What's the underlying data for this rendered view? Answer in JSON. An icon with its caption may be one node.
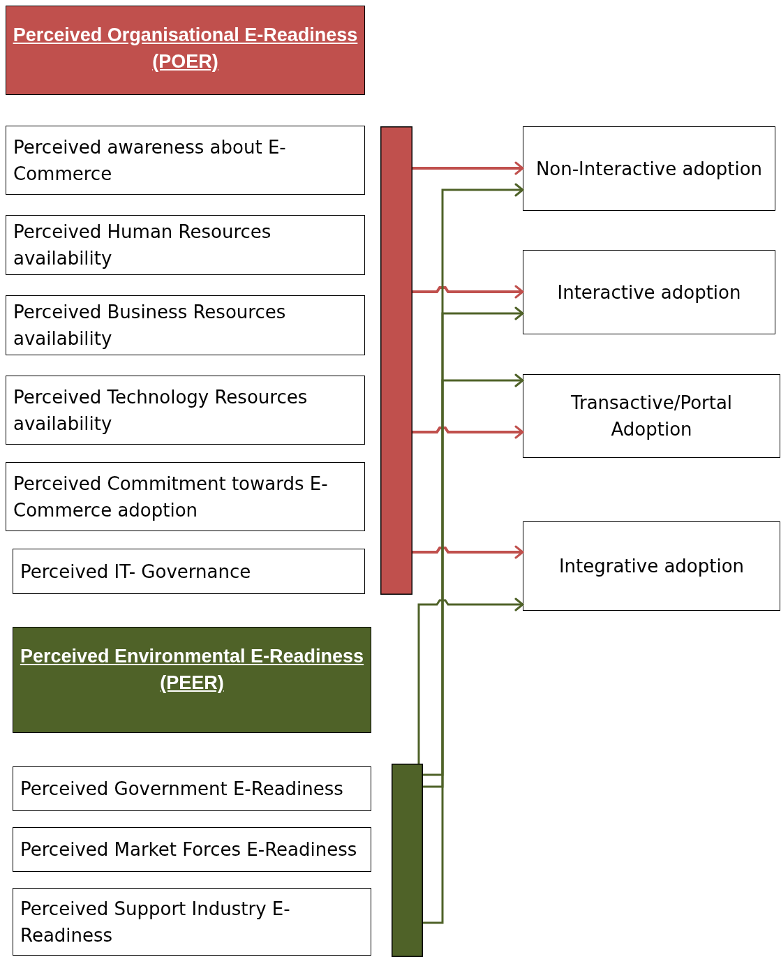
{
  "diagram": {
    "nodes": [
      {
        "text": [
          "Perceived Organisational E-Readiness (POER)"
        ]
      },
      {
        "text": [
          "Perceived awareness about E-Commerce"
        ]
      },
      {
        "text": [
          "Perceived Human Resources availability"
        ]
      },
      {
        "text": [
          "Perceived Business Resources availability"
        ]
      },
      {
        "text": [
          "Perceived Technology Resources availability"
        ]
      },
      {
        "text": [
          "Perceived Commitment towards E-Commerce adoption"
        ]
      },
      {
        "text": [
          "Perceived IT- Governance"
        ]
      },
      {
        "text": [],
        "shape": "bar"
      },
      {
        "text": [
          "Non-Interactive adoption"
        ]
      },
      {
        "text": [
          "Interactive adoption"
        ]
      },
      {
        "text": [
          "Transactive/Portal Adoption"
        ]
      },
      {
        "text": [
          "Integrative adoption"
        ]
      },
      {
        "text": [
          "Perceived Environmental E-Readiness (PEER)"
        ]
      },
      {
        "text": [
          "Perceived Government E-Readiness"
        ]
      },
      {
        "text": [
          "Perceived Market Forces E-Readiness"
        ]
      },
      {
        "text": [
          "Perceived Support Industry E-Readiness"
        ]
      },
      {
        "text": [],
        "shape": "bar"
      }
    ],
    "edges": [
      {
        "from": 7,
        "to": 8,
        "arrow": "to",
        "color": "#c0504d"
      },
      {
        "from": 7,
        "to": 9,
        "arrow": "to",
        "color": "#c0504d"
      },
      {
        "from": 7,
        "to": 10,
        "arrow": "to",
        "color": "#c0504d"
      },
      {
        "from": 7,
        "to": 11,
        "arrow": "to",
        "color": "#c0504d"
      },
      {
        "from": 16,
        "to": 8,
        "arrow": "to",
        "color": "#4f6228"
      },
      {
        "from": 16,
        "to": 9,
        "arrow": "to",
        "color": "#4f6228"
      },
      {
        "from": 16,
        "to": 10,
        "arrow": "to",
        "color": "#4f6228"
      },
      {
        "from": 16,
        "to": 11,
        "arrow": "to",
        "color": "#4f6228"
      }
    ]
  }
}
